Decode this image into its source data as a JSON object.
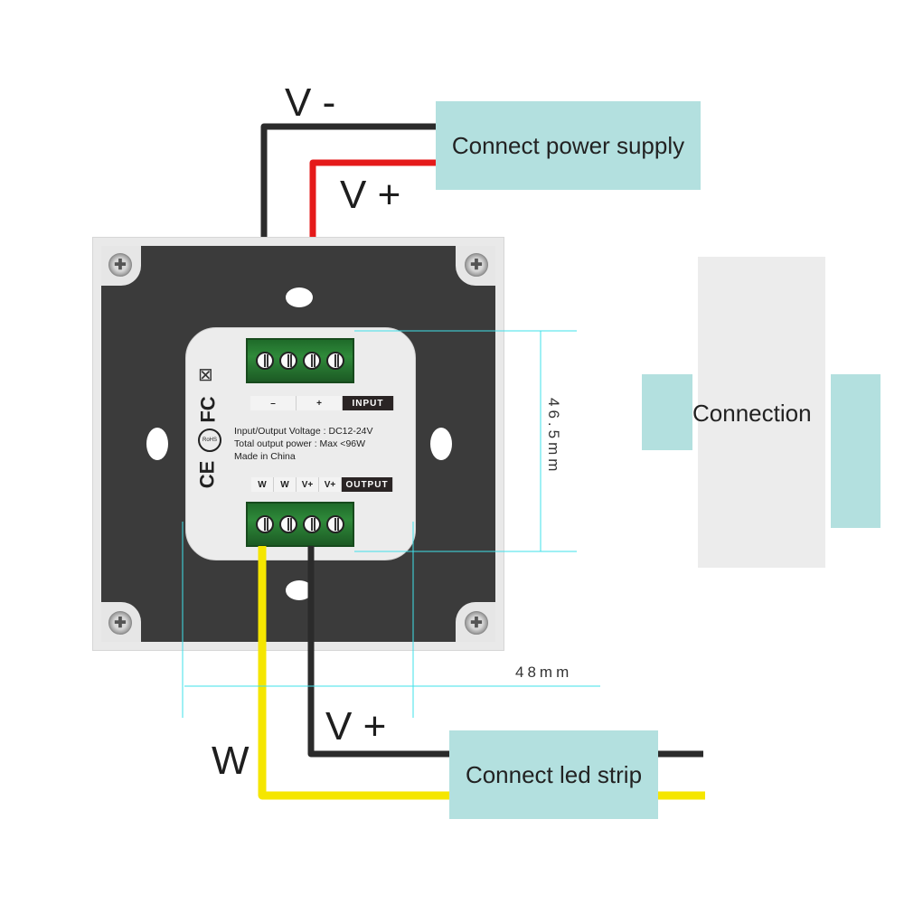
{
  "wires": {
    "v_minus_label": "V -",
    "v_plus_top_label": "V +",
    "v_plus_bottom_label": "V +",
    "w_label": "W",
    "colors": {
      "negative": "#2b2b2b",
      "positive": "#e51a1a",
      "white_channel": "#f5e600"
    }
  },
  "boxes": {
    "power_supply": "Connect power supply",
    "led_strip": "Connect led strip",
    "connection": "Connection",
    "accent_color": "#b3e0df"
  },
  "module": {
    "input_strip": [
      "–",
      "+",
      "INPUT"
    ],
    "output_strip": [
      "W",
      "W",
      "V+",
      "V+",
      "OUTPUT"
    ],
    "info_lines": [
      "Input/Output Voltage : DC12-24V",
      "Total output power : Max <96W",
      "Made in China"
    ],
    "certifications": [
      "WEEE",
      "FC",
      "RoHS",
      "CE"
    ]
  },
  "dimensions": {
    "height": "46.5mm",
    "width": "48mm"
  }
}
